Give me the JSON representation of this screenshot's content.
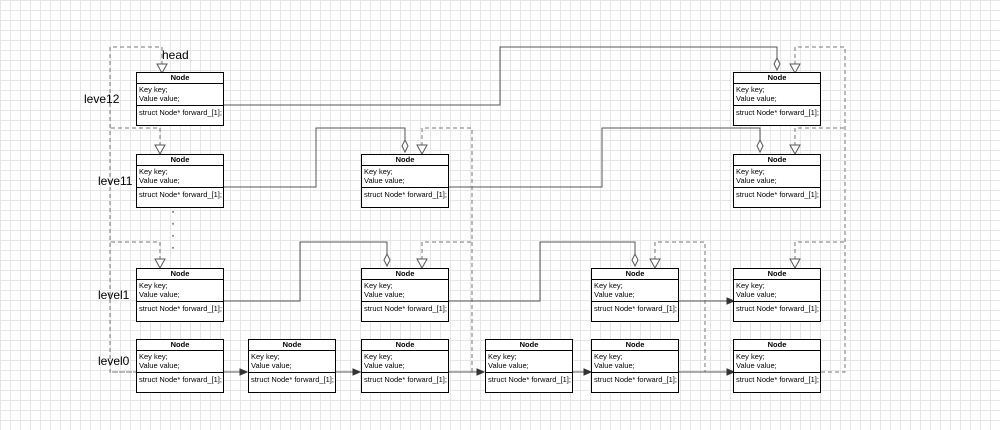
{
  "labels": {
    "head": "head",
    "level2": "leve12",
    "level11": "leve11",
    "level1": "level1",
    "level0": "level0"
  },
  "dots": "·\n·\n·\n·",
  "node": {
    "title": "Node",
    "key_field": "Key key;",
    "value_field": "Value value;",
    "forward_field": "struct Node* forward_[1];"
  },
  "nodes": [
    {
      "id": "head-level2"
    },
    {
      "id": "head-level11"
    },
    {
      "id": "head-level1"
    },
    {
      "id": "head-level0"
    },
    {
      "id": "n2-level0"
    },
    {
      "id": "n3-level11"
    },
    {
      "id": "n3-level1"
    },
    {
      "id": "n3-level0"
    },
    {
      "id": "n4-level0"
    },
    {
      "id": "n5-level1"
    },
    {
      "id": "n5-level0"
    },
    {
      "id": "n6-level2"
    },
    {
      "id": "n6-level11"
    },
    {
      "id": "n6-level1"
    },
    {
      "id": "n6-level0"
    }
  ],
  "colors": {
    "line": "#555555",
    "dashed": "#777777",
    "node_border": "#000000"
  }
}
